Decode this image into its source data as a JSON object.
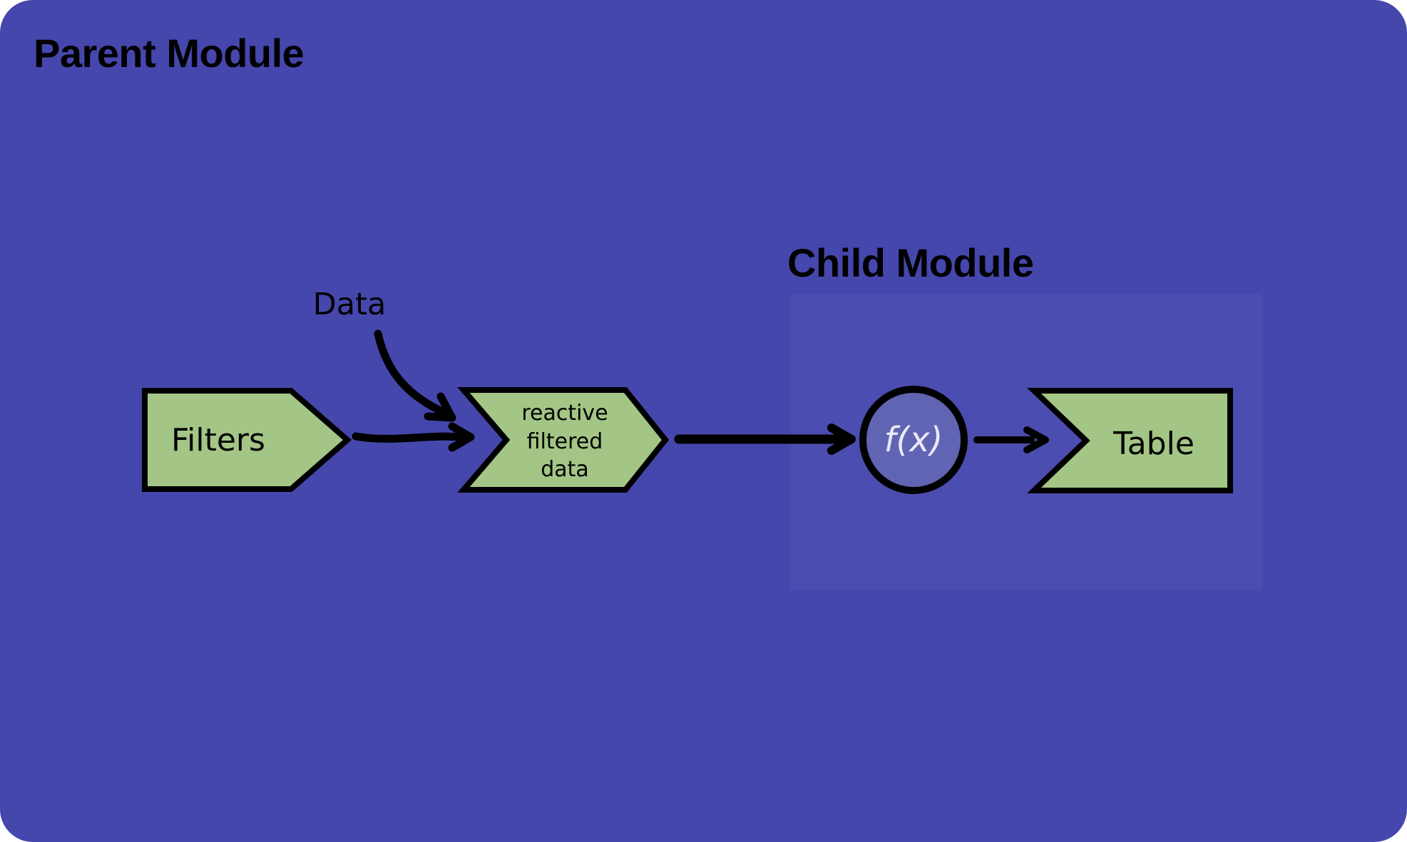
{
  "colors": {
    "page_background": "#ffffff",
    "canvas_background": "#4547ad",
    "child_panel_background": "#4b4db0",
    "node_fill": "#a3c585",
    "outline": "#000000",
    "fx_circle_fill": "#6164b3",
    "fx_text": "#e9e9f8",
    "title_text": "#000000",
    "label_text": "#000000"
  },
  "titles": {
    "parent_module": "Parent Module",
    "child_module": "Child Module"
  },
  "annotations": {
    "data_label": "Data"
  },
  "nodes": {
    "filters": {
      "label": "Filters"
    },
    "reactive": {
      "line1": "reactive",
      "line2": "filtered",
      "line3": "data"
    },
    "fx": {
      "label": "f(x)"
    },
    "table": {
      "label": "Table"
    }
  }
}
